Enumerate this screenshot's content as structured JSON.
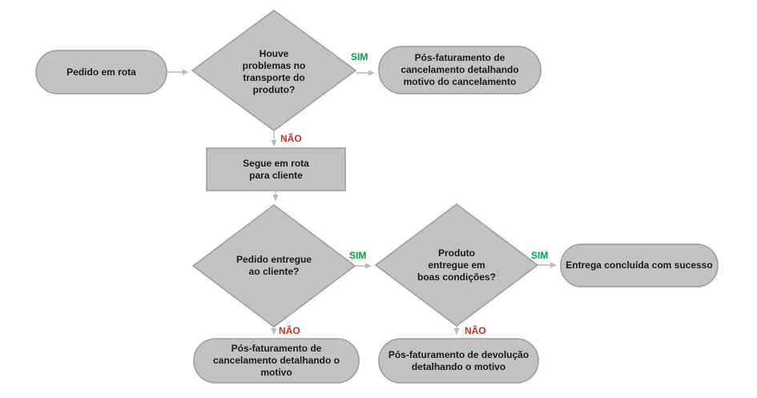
{
  "colors": {
    "shape_fill": "#c2c2c2",
    "shape_border": "#9e9e9e",
    "connector": "#b9b9b9",
    "node_text": "#1a1a1a",
    "yes_label": "#00a14b",
    "no_label": "#d92c23",
    "background": "#ffffff"
  },
  "flowchart": {
    "nodes": {
      "start": {
        "type": "terminator",
        "label": "Pedido em rota",
        "lines": [
          "Pedido em rota"
        ]
      },
      "q_transport": {
        "type": "decision",
        "label": "Houve problemas no transporte do produto?",
        "lines": [
          "Houve",
          "problemas no",
          "transporte do",
          "produto?"
        ]
      },
      "cancel_transport": {
        "type": "terminator",
        "label": "Pós-faturamento de cancelamento detalhando motivo do cancelamento",
        "lines": [
          "Pós-faturamento de",
          "cancelamento detalhando",
          "motivo do cancelamento"
        ]
      },
      "continue_route": {
        "type": "process",
        "label": "Segue em rota para cliente",
        "lines": [
          "Segue em rota",
          "para cliente"
        ]
      },
      "q_delivered": {
        "type": "decision",
        "label": "Pedido entregue ao cliente?",
        "lines": [
          "Pedido entregue",
          "ao cliente?"
        ]
      },
      "q_condition": {
        "type": "decision",
        "label": "Produto entregue em boas condições?",
        "lines": [
          "Produto",
          "entregue em",
          "boas condições?"
        ]
      },
      "success": {
        "type": "terminator",
        "label": "Entrega concluída com sucesso",
        "lines": [
          "Entrega concluída com sucesso"
        ]
      },
      "cancel_delivery": {
        "type": "terminator",
        "label": "Pós-faturamento de cancelamento detalhando o motivo",
        "lines": [
          "Pós-faturamento de",
          "cancelamento detalhando o",
          "motivo"
        ]
      },
      "return_product": {
        "type": "terminator",
        "label": "Pós-faturamento de devolução detalhando o motivo",
        "lines": [
          "Pós-faturamento de devolução",
          "detalhando o motivo"
        ]
      }
    },
    "edge_labels": {
      "yes": "SIM",
      "no": "NÃO"
    }
  }
}
